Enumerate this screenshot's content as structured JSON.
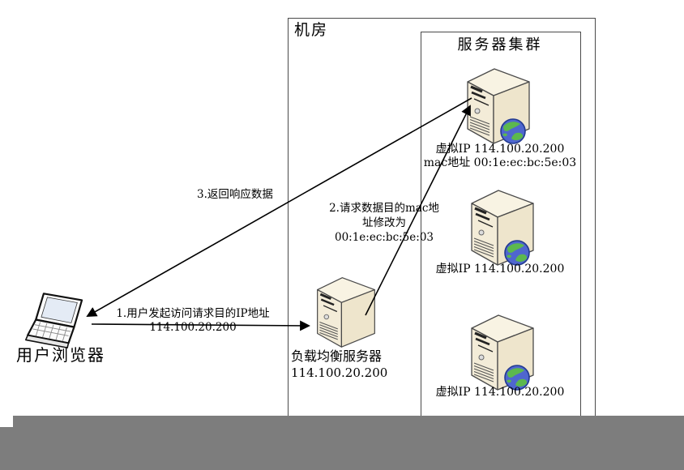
{
  "room": {
    "label": "机房"
  },
  "cluster": {
    "label": "服务器集群"
  },
  "client": {
    "label": "用户浏览器"
  },
  "load_balancer": {
    "label": "负载均衡服务器",
    "ip": "114.100.20.200"
  },
  "servers": [
    {
      "vip": "虚拟IP 114.100.20.200",
      "mac": "mac地址 00:1e:ec:bc:5e:03"
    },
    {
      "vip": "虚拟IP 114.100.20.200"
    },
    {
      "vip": "虚拟IP 114.100.20.200"
    }
  ],
  "flows": [
    {
      "lines": [
        "1.用户发起访问请求目的IP地址",
        "114.100.20.200"
      ]
    },
    {
      "lines": [
        "2.请求数据目的mac地",
        "址修改为",
        "00:1e:ec:bc:5e:03"
      ]
    },
    {
      "lines": [
        "3.返回响应数据"
      ]
    }
  ],
  "colors": {
    "server_front": "#f3ecd8",
    "server_side": "#eee5cc",
    "server_top": "#f8f3e3",
    "globe_ocean": "#4f66cf",
    "globe_land": "#5cb84e",
    "arrow_line": "#000000",
    "box_border": "#4a4a4a",
    "taskbar_gray": "#7d7d7d"
  }
}
